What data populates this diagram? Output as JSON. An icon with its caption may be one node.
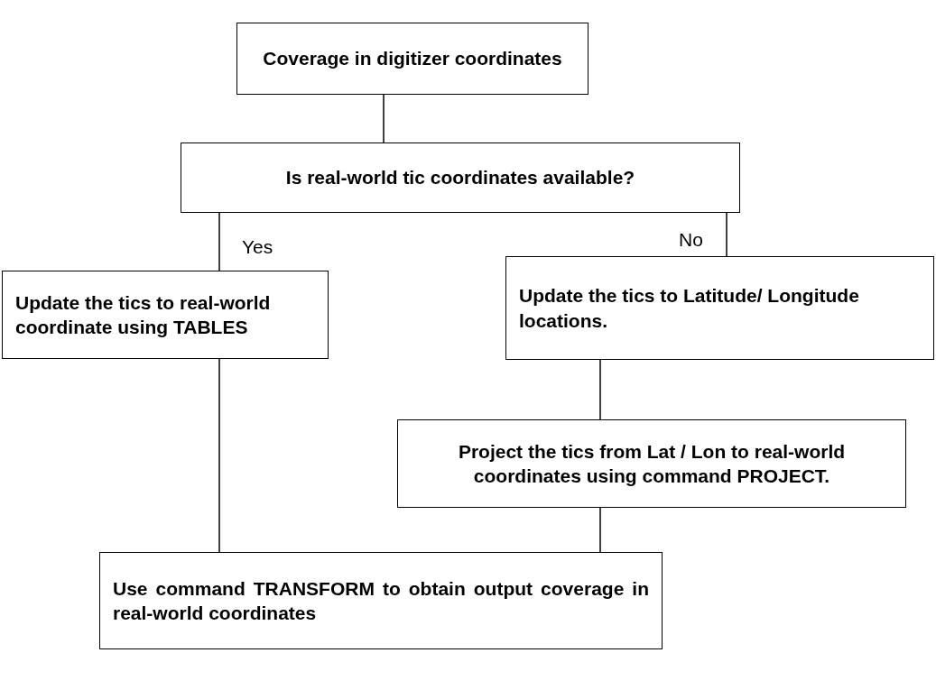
{
  "diagram": {
    "nodes": [
      {
        "text": [
          "Coverage in digitizer coordinates"
        ]
      },
      {
        "text": [
          "Is real-world tic coordinates available?"
        ]
      },
      {
        "text": [
          "Update the tics to real-world coordinate using TABLES"
        ]
      },
      {
        "text": [
          "Update the tics to Latitude/ Longitude locations."
        ]
      },
      {
        "text": [
          "Project the tics from Lat / Lon to real-world coordinates using command PROJECT."
        ]
      },
      {
        "text": [
          "Use command TRANSFORM to obtain output coverage in real-world coordinates"
        ]
      }
    ],
    "edges": [
      {
        "from": 0,
        "to": 1,
        "arrow": "none"
      },
      {
        "from": 1,
        "to": 2,
        "arrow": "none",
        "label": "Yes"
      },
      {
        "from": 1,
        "to": 3,
        "arrow": "none",
        "label": "No"
      },
      {
        "from": 3,
        "to": 4,
        "arrow": "none"
      },
      {
        "from": 2,
        "to": 5,
        "arrow": "none"
      },
      {
        "from": 4,
        "to": 5,
        "arrow": "none"
      }
    ]
  }
}
